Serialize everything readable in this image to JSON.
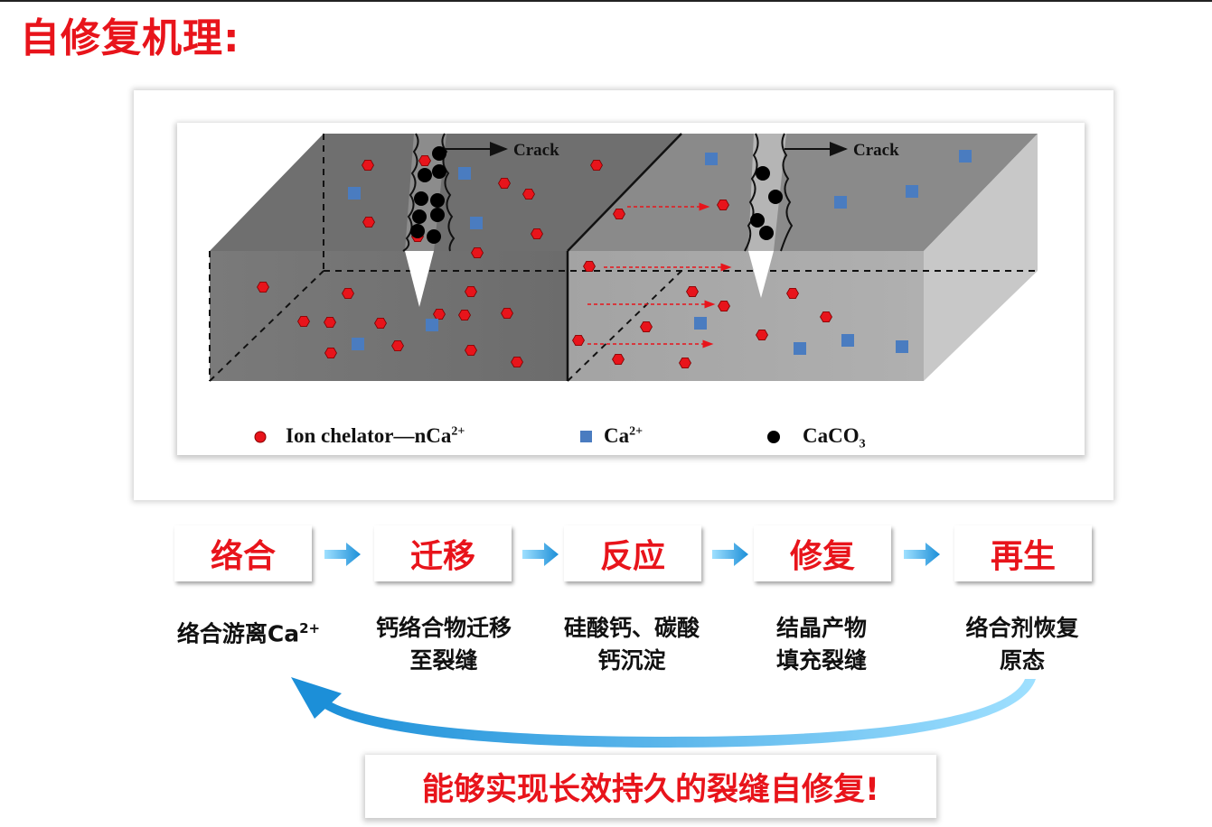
{
  "title": "自修复机理:",
  "diagram": {
    "crack_label": "Crack",
    "legend": {
      "chelator": "Ion chelator—nCa",
      "chelator_sup": "2+",
      "ca": "Ca",
      "ca_sup": "2+",
      "caco_a": "CaCO",
      "caco_sub": "3"
    },
    "colors": {
      "chelator": "#e8141b",
      "ca": "#4a7cc0",
      "caco3": "#000000"
    }
  },
  "steps": [
    {
      "label": "络合",
      "desc_line1": "络合游离Ca",
      "desc_sup": "2+",
      "desc_line2": ""
    },
    {
      "label": "迁移",
      "desc_line1": "钙络合物迁移",
      "desc_sup": "",
      "desc_line2": "至裂缝"
    },
    {
      "label": "反应",
      "desc_line1": "硅酸钙、碳酸",
      "desc_sup": "",
      "desc_line2": "钙沉淀"
    },
    {
      "label": "修复",
      "desc_line1": "结晶产物",
      "desc_sup": "",
      "desc_line2": "填充裂缝"
    },
    {
      "label": "再生",
      "desc_line1": "络合剂恢复",
      "desc_sup": "",
      "desc_line2": "原态"
    }
  ],
  "conclusion": "能够实现长效持久的裂缝自修复!"
}
